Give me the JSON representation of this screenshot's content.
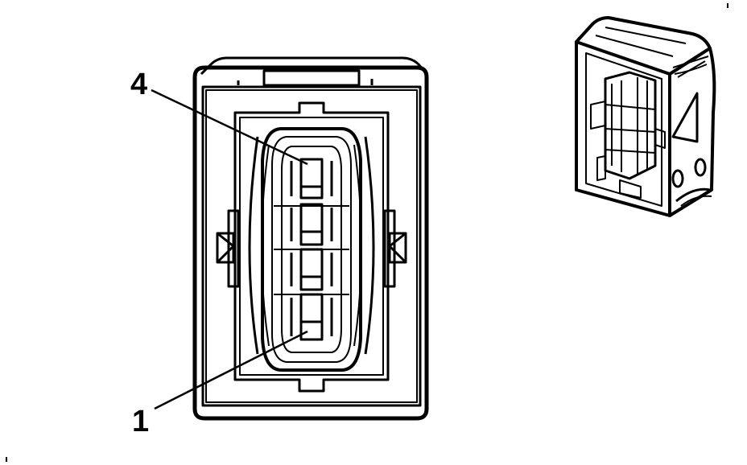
{
  "diagram": {
    "callouts": [
      {
        "id": "pin-4",
        "label": "4"
      },
      {
        "id": "pin-1",
        "label": "1"
      }
    ],
    "colors": {
      "stroke": "#000000",
      "background": "#ffffff"
    }
  }
}
